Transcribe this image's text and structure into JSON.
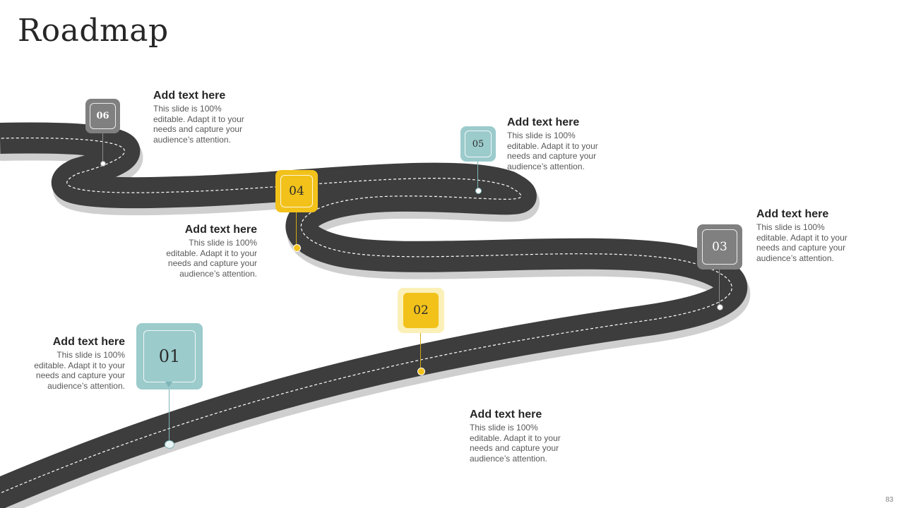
{
  "title": "Roadmap",
  "page_number": "83",
  "colors": {
    "road": "#3d3d3d",
    "teal": "#9ccbcc",
    "yellow": "#f2c21b",
    "gray": "#808080"
  },
  "milestones": [
    {
      "num": "01",
      "heading": "Add text here",
      "lines": [
        "This slide is 100%",
        "editable. Adapt it to your",
        "needs and capture your",
        "audience’s attention."
      ]
    },
    {
      "num": "02",
      "heading": "Add text here",
      "lines": [
        "This slide is 100%",
        "editable. Adapt it to your",
        "needs and capture your",
        "audience’s attention."
      ]
    },
    {
      "num": "03",
      "heading": "Add text here",
      "lines": [
        "This slide is 100%",
        "editable. Adapt it to your",
        "needs and capture your",
        "audience’s attention."
      ]
    },
    {
      "num": "04",
      "heading": "Add text here",
      "lines": [
        "This slide is 100%",
        "editable. Adapt it to your",
        "needs and capture your",
        "audience’s attention."
      ]
    },
    {
      "num": "05",
      "heading": "Add text here",
      "lines": [
        "This slide is 100%",
        "editable. Adapt it to your",
        "needs and capture your",
        "audience’s attention."
      ]
    },
    {
      "num": "06",
      "heading": "Add text here",
      "lines": [
        "This slide is 100%",
        "editable. Adapt it to your",
        "needs and capture your",
        "audience’s attention."
      ]
    }
  ]
}
